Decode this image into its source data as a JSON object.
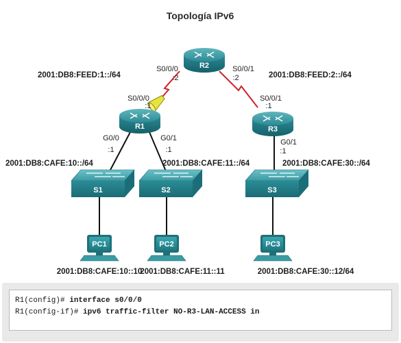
{
  "title": "Topología IPv6",
  "devices": {
    "r2": "R2",
    "r1": "R1",
    "r3": "R3",
    "s1": "S1",
    "s2": "S2",
    "s3": "S3",
    "pc1": "PC1",
    "pc2": "PC2",
    "pc3": "PC3"
  },
  "interfaces": {
    "r2_s000": "S0/0/0",
    "r2_s000_host": ":2",
    "r2_s001": "S0/0/1",
    "r2_s001_host": ":2",
    "r1_s000": "S0/0/0",
    "r1_s000_host": ":1",
    "r3_s001": "S0/0/1",
    "r3_s001_host": ":1",
    "r1_g00": "G0/0",
    "r1_g00_host": ":1",
    "r1_g01": "G0/1",
    "r1_g01_host": ":1",
    "r3_g01": "G0/1",
    "r3_g01_host": ":1"
  },
  "networks": {
    "feed1": "2001:DB8:FEED:1::/64",
    "feed2": "2001:DB8:FEED:2::/64",
    "cafe10": "2001:DB8:CAFE:10::/64",
    "cafe11": "2001:DB8:CAFE:11::/64",
    "cafe30": "2001:DB8:CAFE:30::/64"
  },
  "hosts": {
    "pc1": "2001:DB8:CAFE:10::10",
    "pc2": "2001:DB8:CAFE:11::11",
    "pc3": "2001:DB8:CAFE:30::12/64"
  },
  "cli": {
    "line1_prompt": "R1(config)# ",
    "line1_cmd": "interface s0/0/0",
    "line2_prompt": "R1(config-if)# ",
    "line2_cmd": "ipv6 traffic-filter NO-R3-LAN-ACCESS in"
  },
  "colors": {
    "device_teal": "#2a8a95",
    "serial_link": "#d0202a",
    "filter_icon": "#e8e43a"
  }
}
